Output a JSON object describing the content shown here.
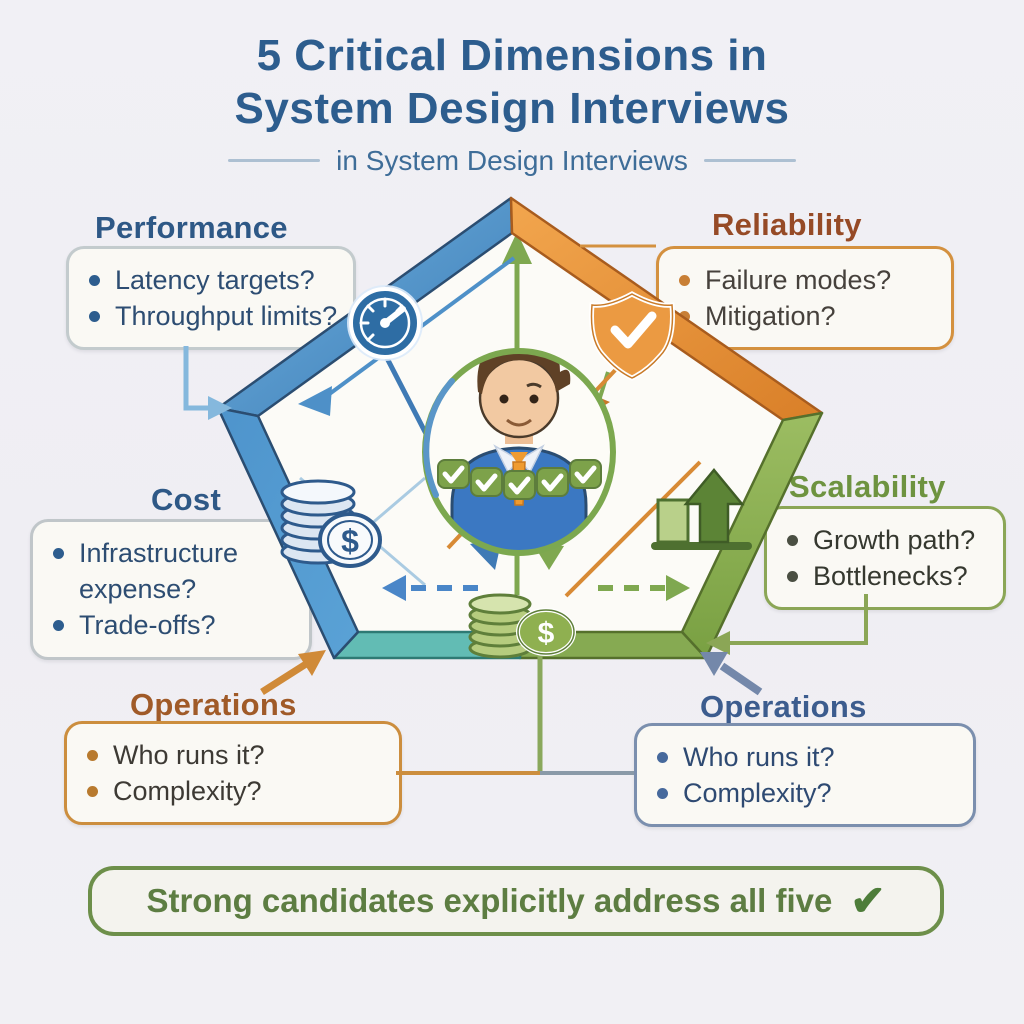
{
  "title": {
    "line1": "5 Critical Dimensions in",
    "line2": "System Design Interviews",
    "subtitle": "in System Design Interviews"
  },
  "sections": {
    "performance": {
      "label": "Performance",
      "bullets": [
        "Latency targets?",
        "Throughput limits?"
      ]
    },
    "reliability": {
      "label": "Reliability",
      "bullets": [
        "Failure modes?",
        "Mitigation?"
      ]
    },
    "cost": {
      "label": "Cost",
      "bullets": [
        "Infrastructure expense?",
        "Trade-offs?"
      ]
    },
    "scalability": {
      "label": "Scalability",
      "bullets": [
        "Growth path?",
        "Bottlenecks?"
      ]
    },
    "operations_left": {
      "label": "Operations",
      "bullets": [
        "Who runs it?",
        "Complexity?"
      ]
    },
    "operations_right": {
      "label": "Operations",
      "bullets": [
        "Who runs it?",
        "Complexity?"
      ]
    }
  },
  "center": {
    "dollar_sign": "$"
  },
  "banner": {
    "text": "Strong candidates explicitly address all five",
    "checkmark": "✔"
  },
  "colors": {
    "title_navy": "#2d5d8e",
    "performance_blue": "#3c7cb6",
    "reliability_orange": "#e0862f",
    "scalability_green": "#7da24a",
    "cost_teal": "#62bcb4",
    "banner_green": "#5d7d42"
  }
}
